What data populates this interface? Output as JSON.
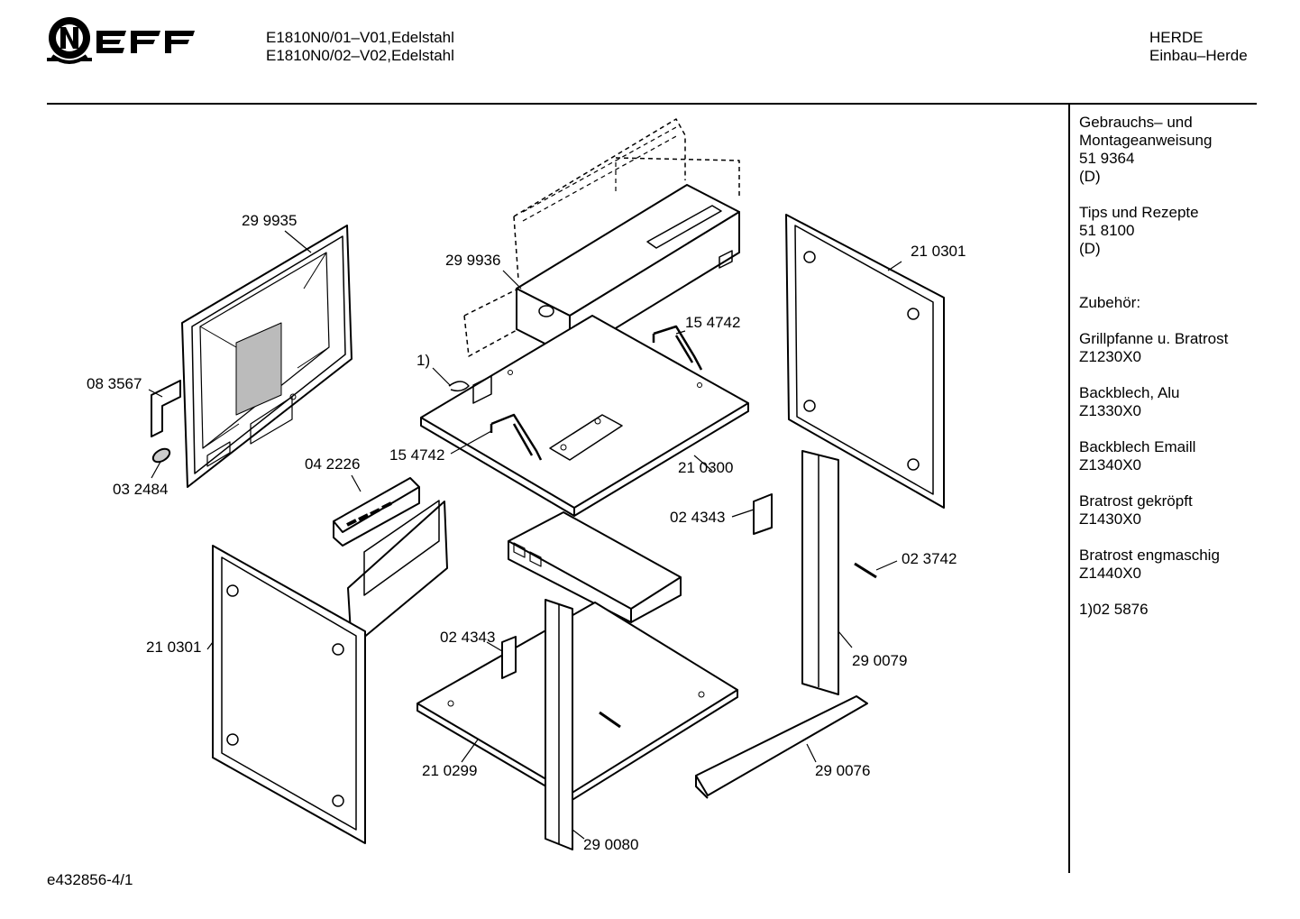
{
  "header": {
    "brand": "NEFF",
    "models": [
      "E1810N0/01–V01,Edelstahl",
      "E1810N0/02–V02,Edelstahl"
    ],
    "category": "HERDE",
    "subcategory": "Einbau–Herde"
  },
  "sidebar": {
    "blocks": [
      {
        "lines": [
          "Gebrauchs– und",
          "Montageanweisung",
          "51 9364",
          "(D)"
        ]
      },
      {
        "lines": [
          "Tips und Rezepte",
          "51 8100",
          "(D)"
        ]
      },
      {
        "lines": [
          "Zubehör:"
        ]
      },
      {
        "lines": [
          "Grillpfanne u. Bratrost",
          "Z1230X0"
        ]
      },
      {
        "lines": [
          "Backblech, Alu",
          "Z1330X0"
        ]
      },
      {
        "lines": [
          "Backblech Emaill",
          "Z1340X0"
        ]
      },
      {
        "lines": [
          "Bratrost gekröpft",
          "Z1430X0"
        ]
      },
      {
        "lines": [
          "Bratrost engmaschig",
          "Z1440X0"
        ]
      },
      {
        "lines": [
          "1)02 5876"
        ]
      }
    ]
  },
  "parts": {
    "p299935": "29 9935",
    "p299936": "29 9936",
    "p210301_top": "21 0301",
    "p154742_a": "15 4742",
    "p154742_b": "15 4742",
    "note1": "1)",
    "p083567": "08 3567",
    "p032484": "03 2484",
    "p042226": "04 2226",
    "p210300": "21 0300",
    "p024343_a": "02 4343",
    "p023742": "02 3742",
    "p210301_left": "21 0301",
    "p024343_b": "02 4343",
    "p290079": "29 0079",
    "p210299": "21 0299",
    "p290076": "29 0076",
    "p290080": "29 0080"
  },
  "footer": {
    "code": "e432856-4/1"
  }
}
